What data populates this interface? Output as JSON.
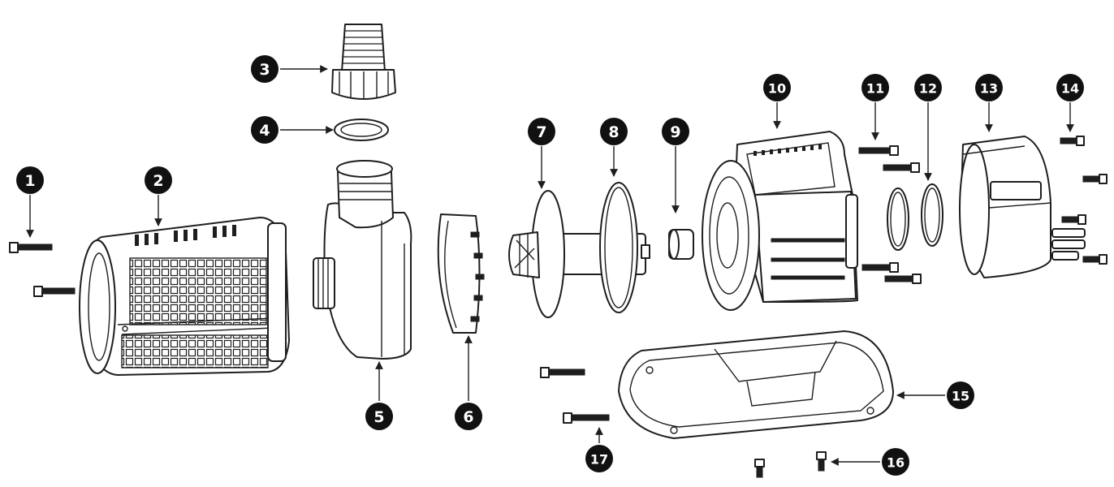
{
  "parts": [
    {
      "id": "badge-1",
      "label": "1"
    },
    {
      "id": "badge-2",
      "label": "2"
    },
    {
      "id": "badge-3",
      "label": "3"
    },
    {
      "id": "badge-4",
      "label": "4"
    },
    {
      "id": "badge-5",
      "label": "5"
    },
    {
      "id": "badge-6",
      "label": "6"
    },
    {
      "id": "badge-7",
      "label": "7"
    },
    {
      "id": "badge-8",
      "label": "8"
    },
    {
      "id": "badge-9",
      "label": "9"
    },
    {
      "id": "badge-10",
      "label": "10"
    },
    {
      "id": "badge-11",
      "label": "11"
    },
    {
      "id": "badge-12",
      "label": "12"
    },
    {
      "id": "badge-13",
      "label": "13"
    },
    {
      "id": "badge-14",
      "label": "14"
    },
    {
      "id": "badge-15",
      "label": "15"
    },
    {
      "id": "badge-16",
      "label": "16"
    },
    {
      "id": "badge-17",
      "label": "17"
    }
  ],
  "colors": {
    "line": "#1e1e1e",
    "badge": "#111111",
    "badge_text": "#ffffff",
    "background": "#ffffff"
  }
}
